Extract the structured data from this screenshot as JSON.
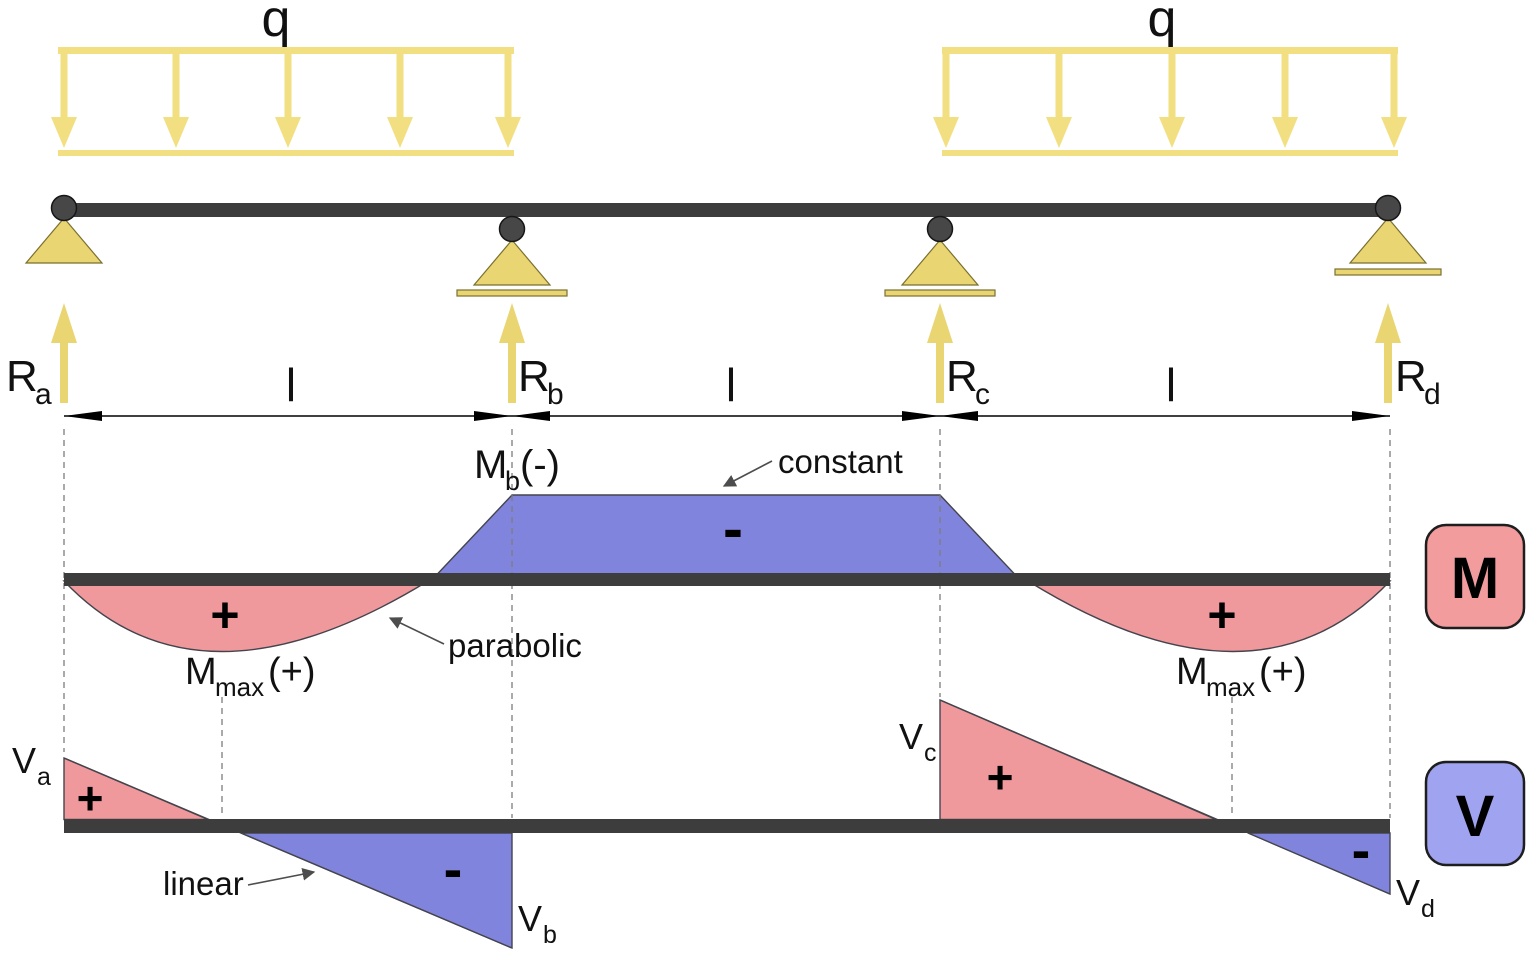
{
  "colors": {
    "load_yellow": "#F2DF82",
    "support_yellow": "#E9D572",
    "beam_gray": "#3D3D3D",
    "positive_red": "#EF999D",
    "negative_blue": "#8084DC",
    "legend_m_pink": "#F29C9E",
    "legend_v_blue": "#9FA3F0"
  },
  "loads": {
    "left": "q",
    "right": "q"
  },
  "reactions": {
    "a_main": "R",
    "a_sub": "a",
    "b_main": "R",
    "b_sub": "b",
    "c_main": "R",
    "c_sub": "c",
    "d_main": "R",
    "d_sub": "d"
  },
  "spans": {
    "ab": "l",
    "bc": "l",
    "cd": "l"
  },
  "moment": {
    "legend": "M",
    "mb_main": "M",
    "mb_sub": "b",
    "mb_paren": "(-)",
    "mmax_main": "M",
    "mmax_sub": "max",
    "mmax_paren": "(+)",
    "annotation_constant": "constant",
    "annotation_parabolic": "parabolic",
    "sign_pos": "+",
    "sign_neg": "-"
  },
  "shear": {
    "legend": "V",
    "va_main": "V",
    "va_sub": "a",
    "vb_main": "V",
    "vb_sub": "b",
    "vc_main": "V",
    "vc_sub": "c",
    "vd_main": "V",
    "vd_sub": "d",
    "annotation_linear": "linear",
    "sign_pos": "+",
    "sign_neg": "-"
  }
}
